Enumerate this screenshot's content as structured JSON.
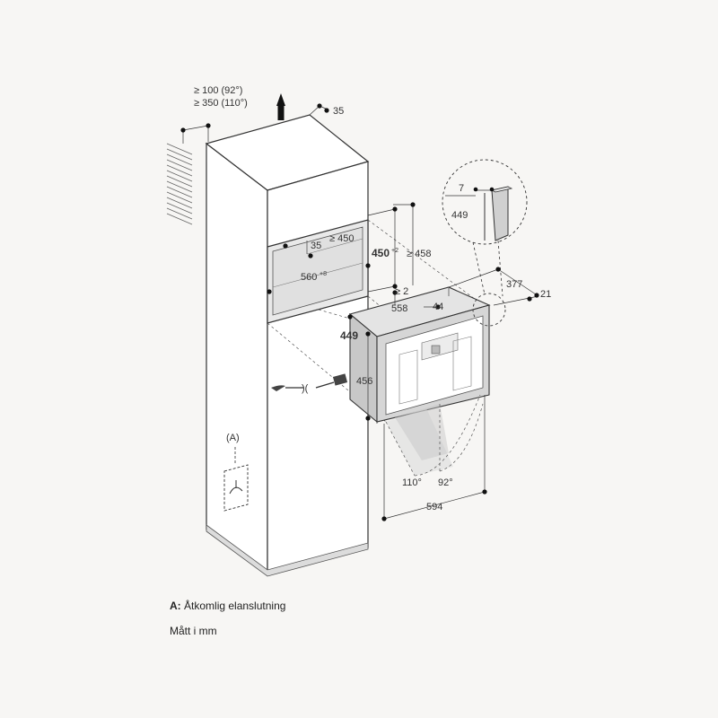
{
  "dimensions": {
    "clearance_100": "≥ 100 (92°)",
    "clearance_350": "≥ 350 (110°)",
    "top_gap": "35",
    "niche_gap": "35",
    "niche_min_width": "≥ 450",
    "niche_height": "450",
    "niche_height_tol": "+2",
    "niche_height_alt": "≥ 458",
    "niche_width": "560",
    "niche_width_tol": "+8",
    "gap_min": "≥ 2",
    "depth": "558",
    "depth_total": "377",
    "front_thickness": "21",
    "top_offset": "44",
    "front_height": "449",
    "body_height": "456",
    "door_angle_1": "110°",
    "door_angle_2": "92°",
    "front_width": "594",
    "detail_gap": "7",
    "detail_height": "449"
  },
  "labels": {
    "connection_marker": "(A)"
  },
  "legend": {
    "a_key": "A:",
    "a_text": "Åtkomlig elanslutning",
    "unit_note": "Mått i mm"
  }
}
